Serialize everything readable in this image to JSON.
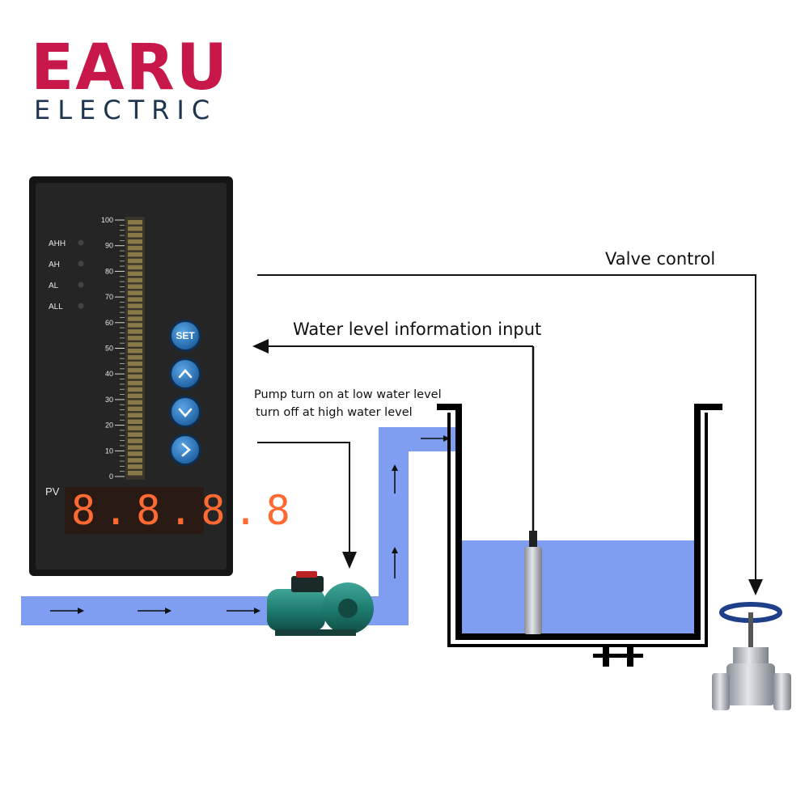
{
  "brand": {
    "name": "EARU",
    "subtitle": "ELECTRIC",
    "color_primary": "#c8184a",
    "color_secondary": "#1e3550"
  },
  "controller": {
    "scale_ticks": [
      "100",
      "90",
      "80",
      "70",
      "60",
      "50",
      "40",
      "30",
      "20",
      "10",
      "0"
    ],
    "alarm_leds": [
      "AHH",
      "AH",
      "AL",
      "ALL"
    ],
    "buttons": [
      {
        "label": "SET",
        "icon": "set-text"
      },
      {
        "label": "",
        "icon": "chevron-up-icon"
      },
      {
        "label": "",
        "icon": "chevron-down-icon"
      },
      {
        "label": "",
        "icon": "chevron-right-icon"
      }
    ],
    "pv_label": "PV",
    "display_digits": "8.8.8.8"
  },
  "annotations": {
    "valve_control": "Valve control",
    "water_level_input": "Water level information input",
    "pump_line1": "Pump turn on at low water level",
    "pump_line2": "turn off at high water level"
  },
  "colors": {
    "water": "#7f9ef2",
    "panel": "#202020",
    "button": "#2c79c4"
  }
}
